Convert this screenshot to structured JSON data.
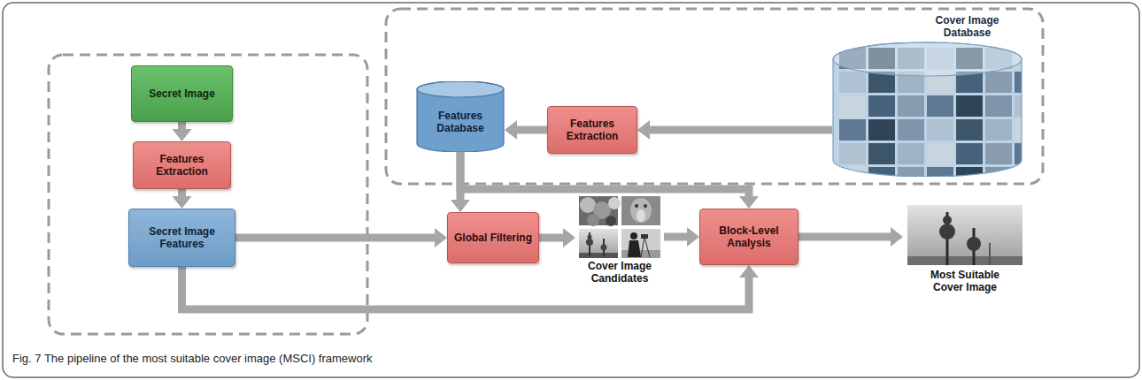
{
  "diagram": {
    "caption": "Fig. 7 The pipeline of the most suitable cover image (MSCI) framework",
    "nodes": [
      {
        "text": [
          "Secret Image"
        ]
      },
      {
        "text": [
          "Features Extraction"
        ]
      },
      {
        "text": [
          "Secret Image Features"
        ]
      },
      {
        "text": [
          "Features Database"
        ]
      },
      {
        "text": [
          "Features Extraction"
        ]
      },
      {
        "text": [
          "Cover Image Database"
        ]
      },
      {
        "text": [
          "Global Filtering"
        ]
      },
      {
        "text": [
          "Cover Image Candidates"
        ]
      },
      {
        "text": [
          "Block-Level Analysis"
        ]
      },
      {
        "text": [
          "Most Suitable Cover Image"
        ]
      }
    ],
    "edges": [
      {
        "from": 0,
        "to": 1,
        "arrow": "to"
      },
      {
        "from": 1,
        "to": 2,
        "arrow": "to"
      },
      {
        "from": 2,
        "to": 6,
        "arrow": "to"
      },
      {
        "from": 2,
        "to": 8,
        "arrow": "to"
      },
      {
        "from": 3,
        "to": 6,
        "arrow": "to"
      },
      {
        "from": 3,
        "to": 8,
        "arrow": "to"
      },
      {
        "from": 4,
        "to": 3,
        "arrow": "to"
      },
      {
        "from": 5,
        "to": 4,
        "arrow": "to"
      },
      {
        "from": 6,
        "to": 7,
        "arrow": "to"
      },
      {
        "from": 7,
        "to": 8,
        "arrow": "to"
      },
      {
        "from": 8,
        "to": 9,
        "arrow": "to"
      }
    ]
  }
}
